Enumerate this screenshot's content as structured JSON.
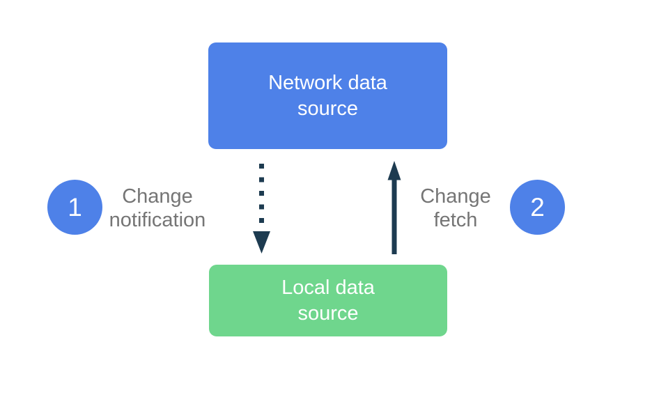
{
  "diagram": {
    "nodes": {
      "network": {
        "label": "Network data\nsource",
        "fill": "#4e81e8",
        "text_color": "#ffffff"
      },
      "local": {
        "label": "Local data\nsource",
        "fill": "#6fd68d",
        "text_color": "#ffffff"
      }
    },
    "steps": [
      {
        "number": "1",
        "label": "Change\nnotification",
        "arrow_style": "dotted",
        "arrow_direction": "down"
      },
      {
        "number": "2",
        "label": "Change\nfetch",
        "arrow_style": "solid",
        "arrow_direction": "up"
      }
    ],
    "colors": {
      "badge": "#4e81e8",
      "arrow": "#1d3b50",
      "label_text": "#757575",
      "background": "#ffffff"
    }
  }
}
